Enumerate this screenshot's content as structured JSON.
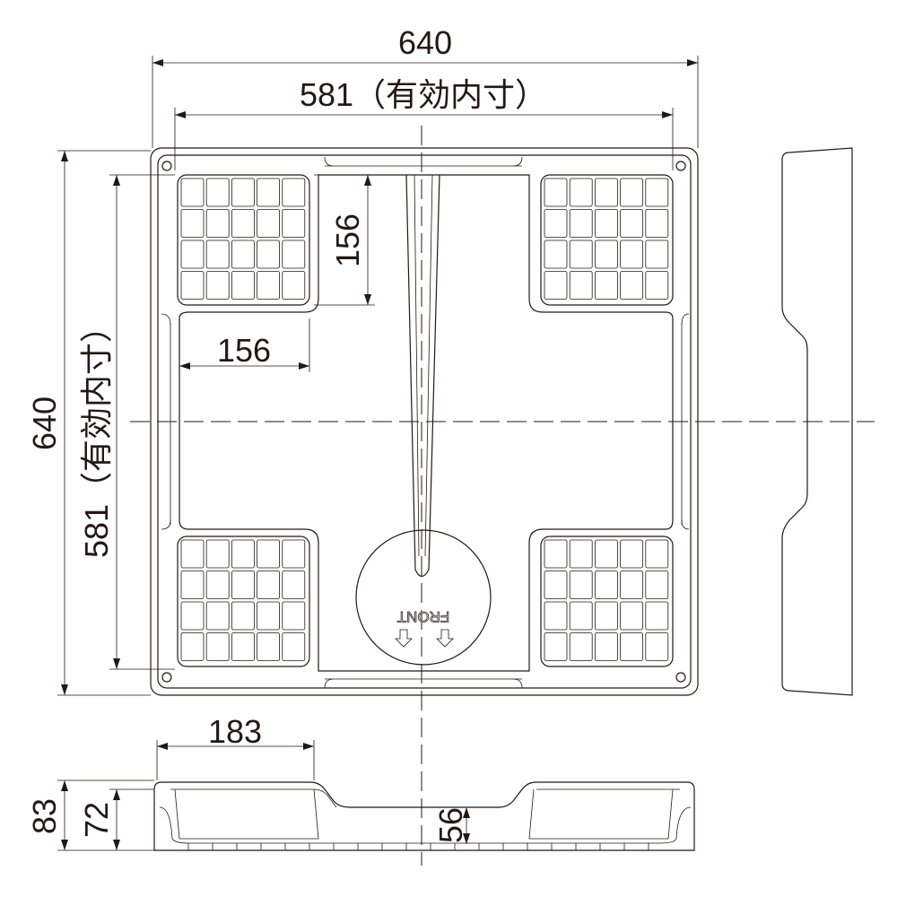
{
  "dimensions": {
    "outer_width": "640",
    "inner_width": "581（有効内寸）",
    "outer_depth": "640",
    "inner_depth": "581（有効内寸）",
    "pad_height": "156",
    "pad_width": "156",
    "side_pad_length": "183",
    "total_height": "83",
    "rim_height": "72",
    "center_height": "56"
  },
  "marking": {
    "front_label": "FRONT"
  },
  "colors": {
    "line": "#231815",
    "background": "#ffffff"
  }
}
